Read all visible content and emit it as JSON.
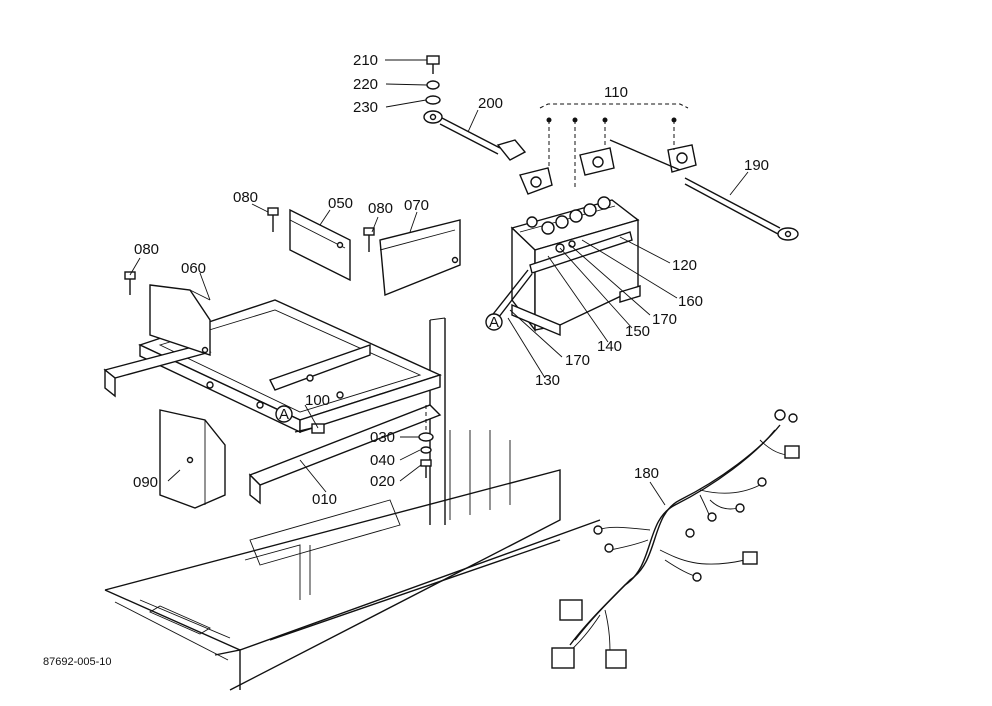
{
  "document_code": "87692-005-10",
  "callouts": {
    "p210": "210",
    "p220": "220",
    "p230": "230",
    "p200": "200",
    "p110": "110",
    "p190": "190",
    "p080a": "080",
    "p050": "050",
    "p080b": "080",
    "p070": "070",
    "p080c": "080",
    "p060": "060",
    "p120": "120",
    "p160": "160",
    "p170a": "170",
    "p150": "150",
    "p140": "140",
    "p170b": "170",
    "p130": "130",
    "p100": "100",
    "p030": "030",
    "p040": "040",
    "p020": "020",
    "p090": "090",
    "p010": "010",
    "p180": "180"
  },
  "markers": {
    "circle_a1": "A",
    "circle_a2": "A"
  }
}
